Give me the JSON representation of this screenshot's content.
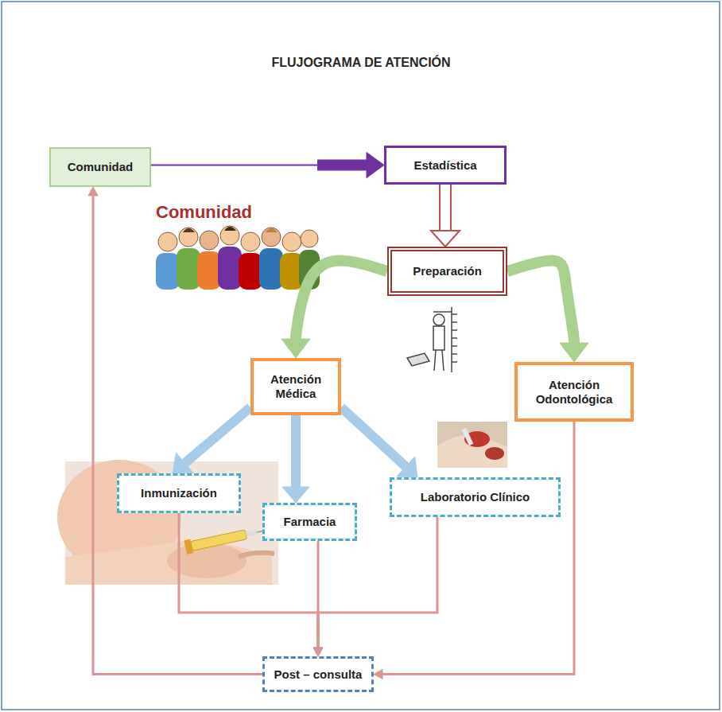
{
  "diagram": {
    "title": "FLUJOGRAMA DE ATENCIÓN",
    "nodes": [
      {
        "text": [
          "Comunidad"
        ]
      },
      {
        "text": [
          "Estadística"
        ]
      },
      {
        "text": [
          "Preparación"
        ]
      },
      {
        "text": [
          "Atención Médica"
        ]
      },
      {
        "text": [
          "Atención Odontológica"
        ]
      },
      {
        "text": [
          "Inmunización"
        ]
      },
      {
        "text": [
          "Farmacia"
        ]
      },
      {
        "text": [
          "Laboratorio Clínico"
        ]
      },
      {
        "text": [
          "Post – consulta"
        ]
      }
    ],
    "edges": [
      {
        "from": 0,
        "to": 1,
        "arrow": "to"
      },
      {
        "from": 1,
        "to": 2,
        "arrow": "to"
      },
      {
        "from": 2,
        "to": 3,
        "arrow": "to"
      },
      {
        "from": 2,
        "to": 4,
        "arrow": "to"
      },
      {
        "from": 3,
        "to": 5,
        "arrow": "to"
      },
      {
        "from": 3,
        "to": 6,
        "arrow": "to"
      },
      {
        "from": 3,
        "to": 7,
        "arrow": "to"
      },
      {
        "from": 5,
        "to": 8,
        "arrow": "to"
      },
      {
        "from": 6,
        "to": 8,
        "arrow": "to"
      },
      {
        "from": 7,
        "to": 8,
        "arrow": "to"
      },
      {
        "from": 4,
        "to": 8,
        "arrow": "to"
      },
      {
        "from": 8,
        "to": 0,
        "arrow": "to"
      }
    ],
    "labels": [
      "Comunidad"
    ]
  }
}
